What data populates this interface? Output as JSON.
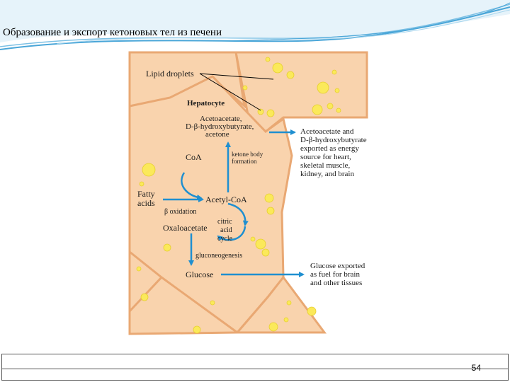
{
  "slide": {
    "title": "Образование и экспорт кетоновых тел из печени",
    "page_number": "54"
  },
  "diagram": {
    "lipid_droplets": "Lipid droplets",
    "hepatocyte": "Hepatocyte",
    "ketones_line1": "Acetoacetate,",
    "ketones_line2": "D-β-hydroxybutyrate,",
    "ketones_line3": "acetone",
    "coa": "CoA",
    "ketone_formation_line1": "ketone body",
    "ketone_formation_line2": "formation",
    "fatty_acids_line1": "Fatty",
    "fatty_acids_line2": "acids",
    "acetyl_coa": "Acetyl-CoA",
    "beta_oxidation": "β oxidation",
    "oxaloacetate": "Oxaloacetate",
    "citric_line1": "citric",
    "citric_line2": "acid",
    "citric_line3": "cycle",
    "gluconeogenesis": "gluconeogenesis",
    "glucose": "Glucose",
    "export_ketones_line1": "Acetoacetate and",
    "export_ketones_line2": "D-β-hydroxybutyrate",
    "export_ketones_line3": "exported as energy",
    "export_ketones_line4": "source for heart,",
    "export_ketones_line5": "skeletal muscle,",
    "export_ketones_line6": "kidney, and brain",
    "export_glucose_line1": "Glucose exported",
    "export_glucose_line2": "as fuel for brain",
    "export_glucose_line3": "and other tissues"
  },
  "colors": {
    "cell_fill": "#f9d3ad",
    "cell_border": "#e9a873",
    "droplet": "#fbe95a",
    "arrow": "#1f8fd0",
    "wave": "#4aa6d8"
  }
}
